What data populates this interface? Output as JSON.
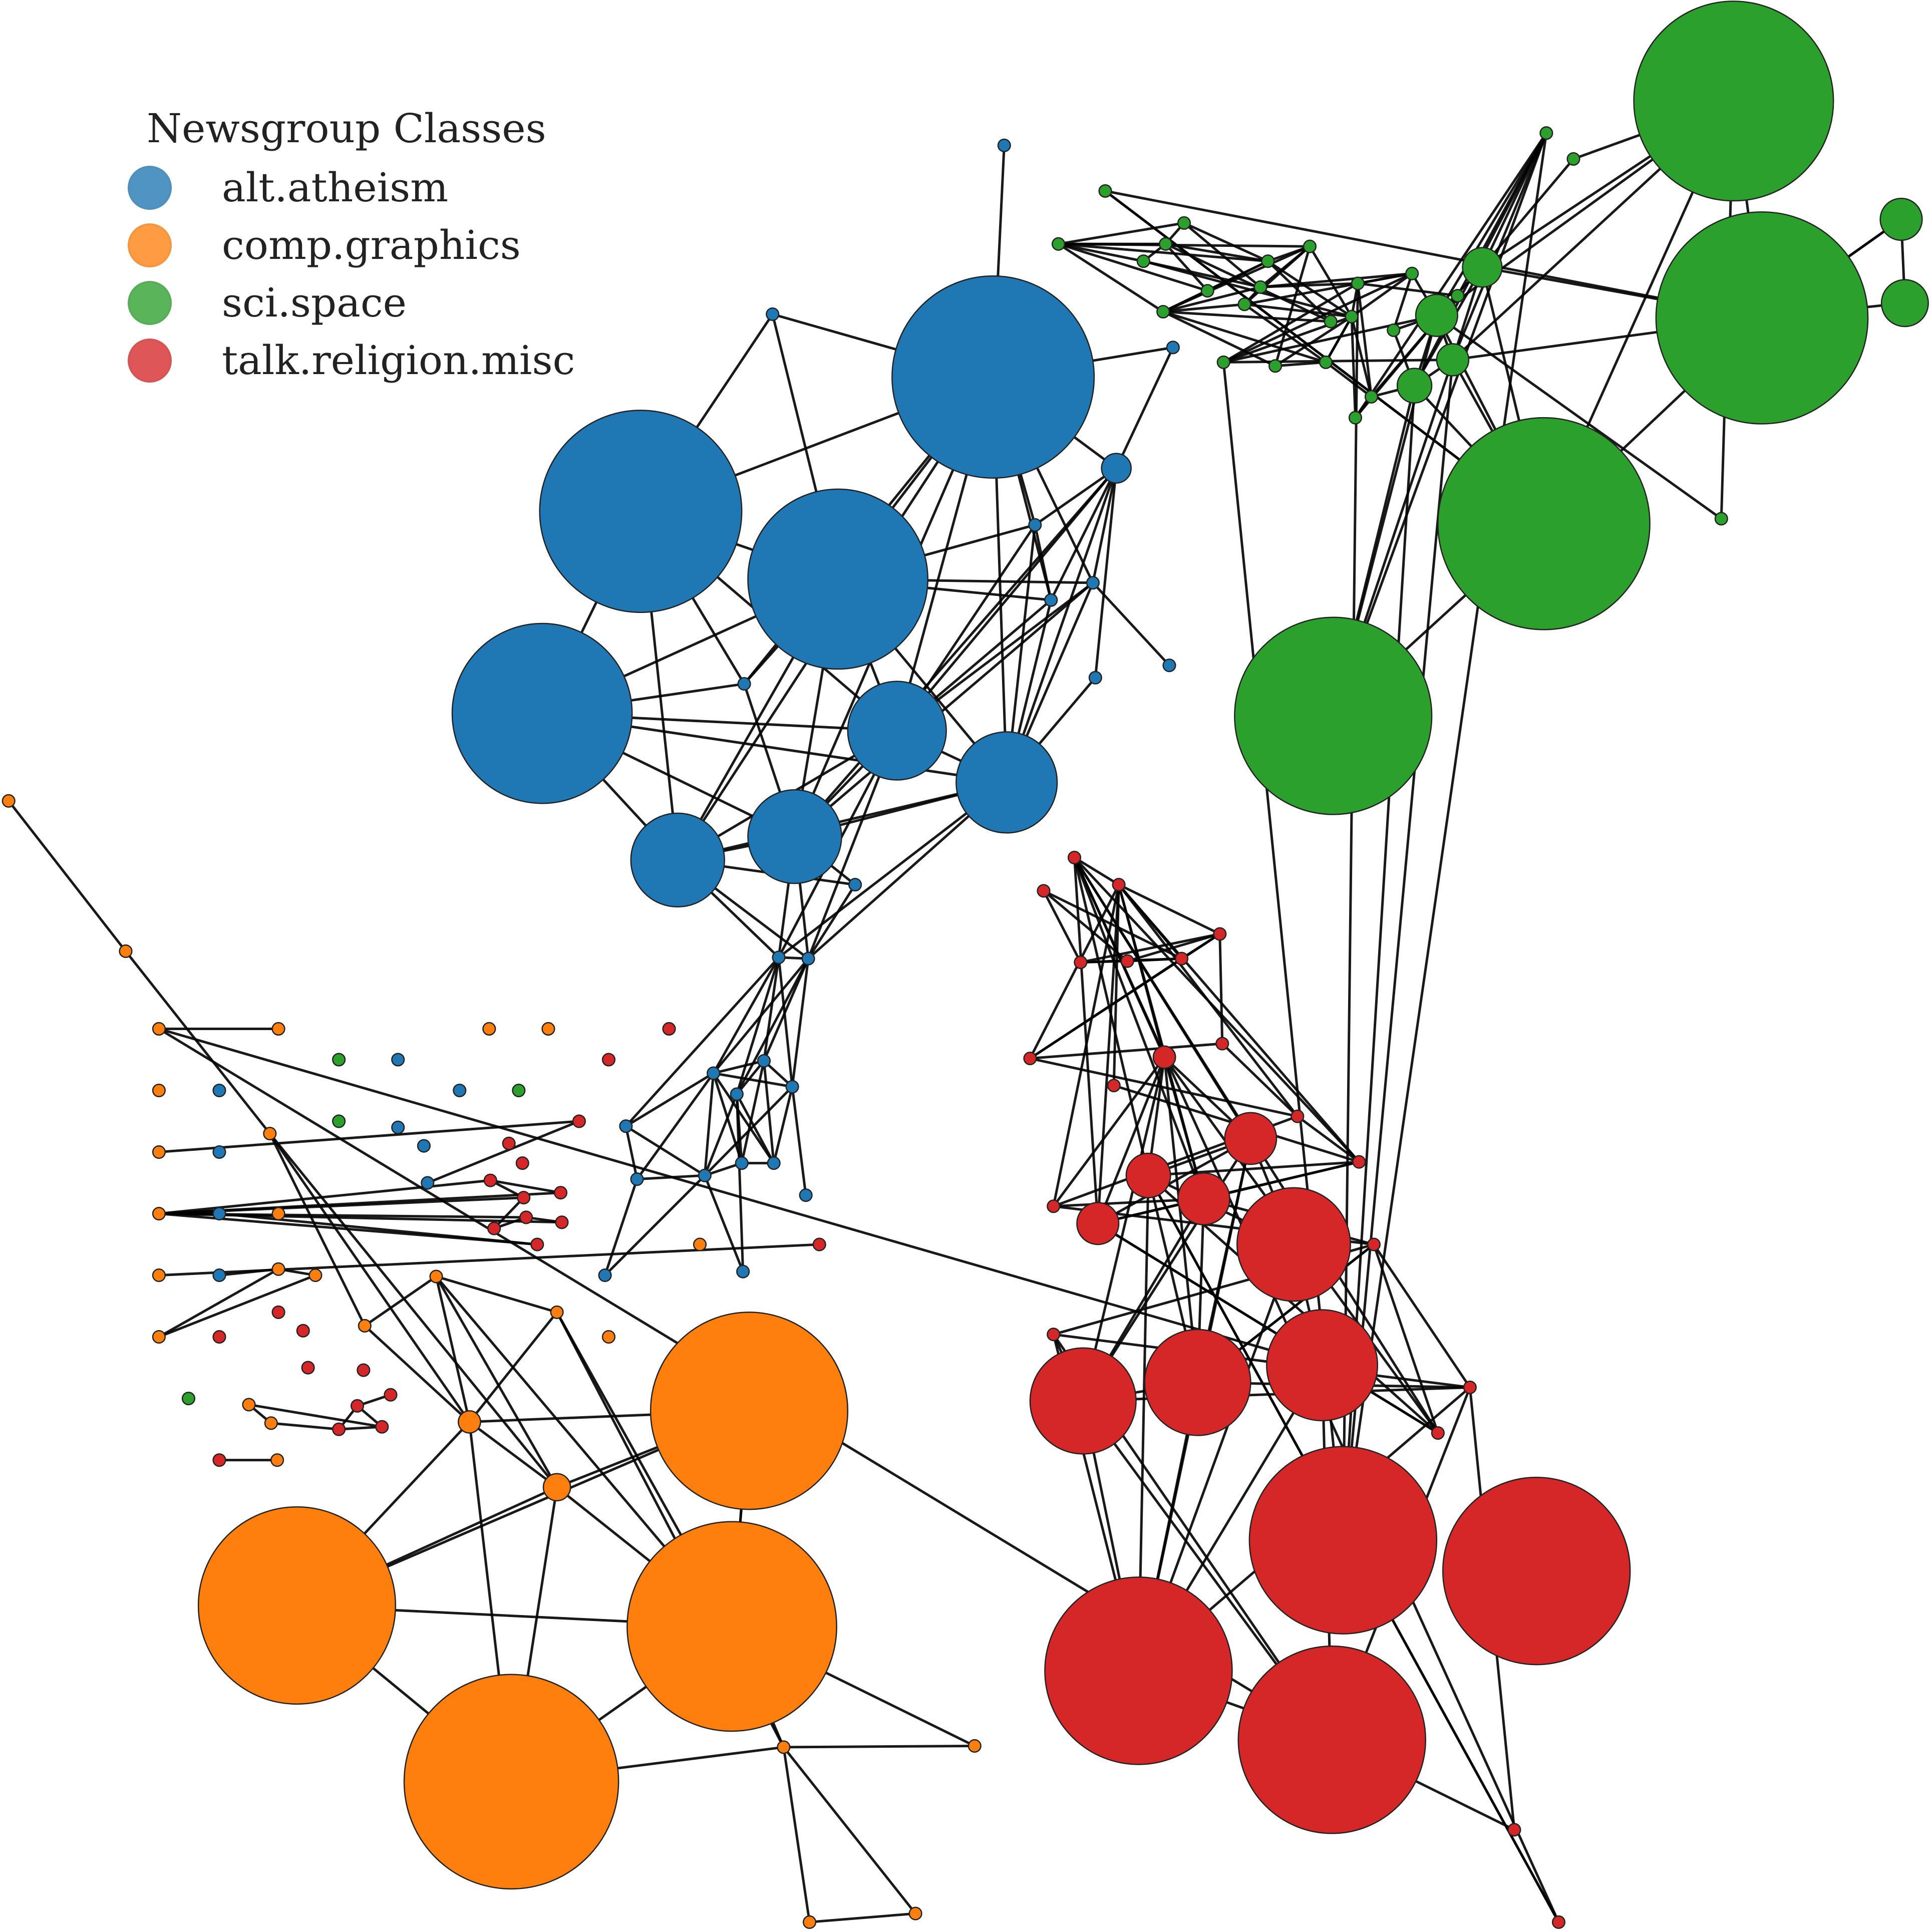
{
  "legend": {
    "title": "Newsgroup Classes",
    "items": [
      {
        "label": "alt.atheism",
        "color": "#1f77b4"
      },
      {
        "label": "comp.graphics",
        "color": "#ff7f0e"
      },
      {
        "label": "sci.space",
        "color": "#2ca02c"
      },
      {
        "label": "talk.religion.misc",
        "color": "#d62728"
      }
    ]
  },
  "graph": {
    "node_classes": [
      "alt.atheism",
      "comp.graphics",
      "sci.space",
      "talk.religion.misc"
    ],
    "edge_color": "#000000",
    "node_outline_color": "#222222"
  }
}
